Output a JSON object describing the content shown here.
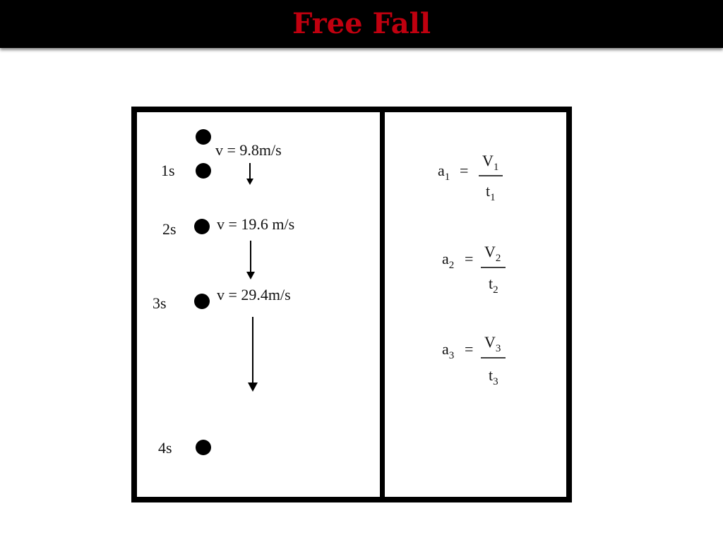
{
  "slide": {
    "title": "Free Fall",
    "title_color": "#c0000f"
  },
  "left_panel": {
    "start_velocity_label": "v = 9.8m/s",
    "points": [
      {
        "time": "1s"
      },
      {
        "time": "2s",
        "velocity": "v = 19.6 m/s"
      },
      {
        "time": "3s",
        "velocity": "v = 29.4m/s"
      },
      {
        "time": "4s"
      }
    ]
  },
  "right_panel": {
    "equations": [
      {
        "lhs": "a",
        "lhs_sub": "1",
        "eq": "=",
        "num": "V",
        "num_sub": "1",
        "den": "t",
        "den_sub": "1"
      },
      {
        "lhs": "a",
        "lhs_sub": "2",
        "eq": "=",
        "num": "V",
        "num_sub": "2",
        "den": "t",
        "den_sub": "2"
      },
      {
        "lhs": "a",
        "lhs_sub": "3",
        "eq": "=",
        "num": "V",
        "num_sub": "3",
        "den": "t",
        "den_sub": "3"
      }
    ]
  }
}
